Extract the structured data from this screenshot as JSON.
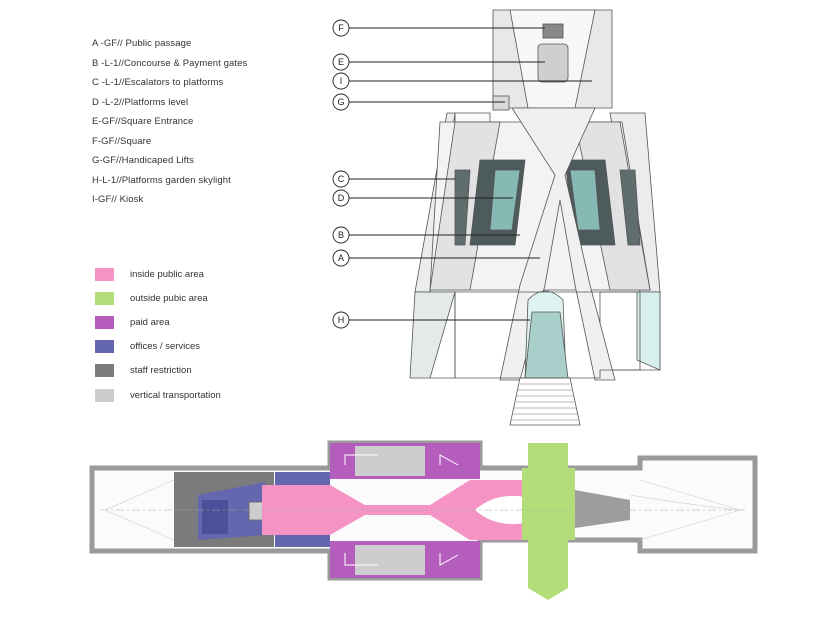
{
  "legend_items": [
    "A -GF// Public passage",
    "B -L-1//Concourse & Payment gates",
    "C -L-1//Escalators to platforms",
    "D -L-2//Platforms level",
    "E-GF//Square Entrance",
    "F-GF//Square",
    "G-GF//Handicaped Lifts",
    "H-L-1//Platforms garden skylight",
    "I-GF// Kiosk"
  ],
  "color_legend": [
    {
      "label": "inside public area",
      "color": "#f593c4"
    },
    {
      "label": "outside pubic area",
      "color": "#b2dd78"
    },
    {
      "label": "paid area",
      "color": "#b55dbd"
    },
    {
      "label": "offices / services",
      "color": "#6466ae"
    },
    {
      "label": "staff restriction",
      "color": "#7b7b7d"
    },
    {
      "label": "vertical transportation",
      "color": "#cdcdcd"
    }
  ],
  "callouts": [
    "F",
    "E",
    "I",
    "G",
    "C",
    "D",
    "B",
    "A",
    "H"
  ]
}
